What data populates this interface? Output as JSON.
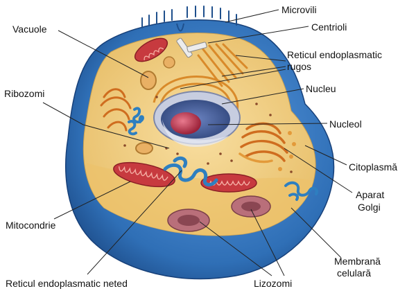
{
  "labels": {
    "microvili": "Microvili",
    "centrioli": "Centrioli",
    "vacuole": "Vacuole",
    "rer_line1": "Reticul endoplasmatic",
    "rer_line2": "rugos",
    "nucleu": "Nucleu",
    "ribozomi": "Ribozomi",
    "nucleol": "Nucleol",
    "citoplasma": "Citoplasmă",
    "golgi_line1": "Aparat",
    "golgi_line2": "Golgi",
    "mitocondrie": "Mitocondrie",
    "membrana_line1": "Membrană",
    "membrana_line2": "celulară",
    "lizozomi": "Lizozomi",
    "ser": "Reticul endoplasmatic neted"
  },
  "colors": {
    "membrane": "#2f6fb6",
    "membrane_dark": "#1e4f8c",
    "cytoplasm": "#f2cf7e",
    "cut_face": "#e9b95c",
    "nucleus_outer": "#8f99b8",
    "nucleus_inner": "#3e5590",
    "nucleolus": "#b8324a",
    "mitochondria": "#c73a3f",
    "golgi": "#cf6d1f",
    "ser": "#2e7fc0",
    "lysosome": "#b96f7a"
  }
}
